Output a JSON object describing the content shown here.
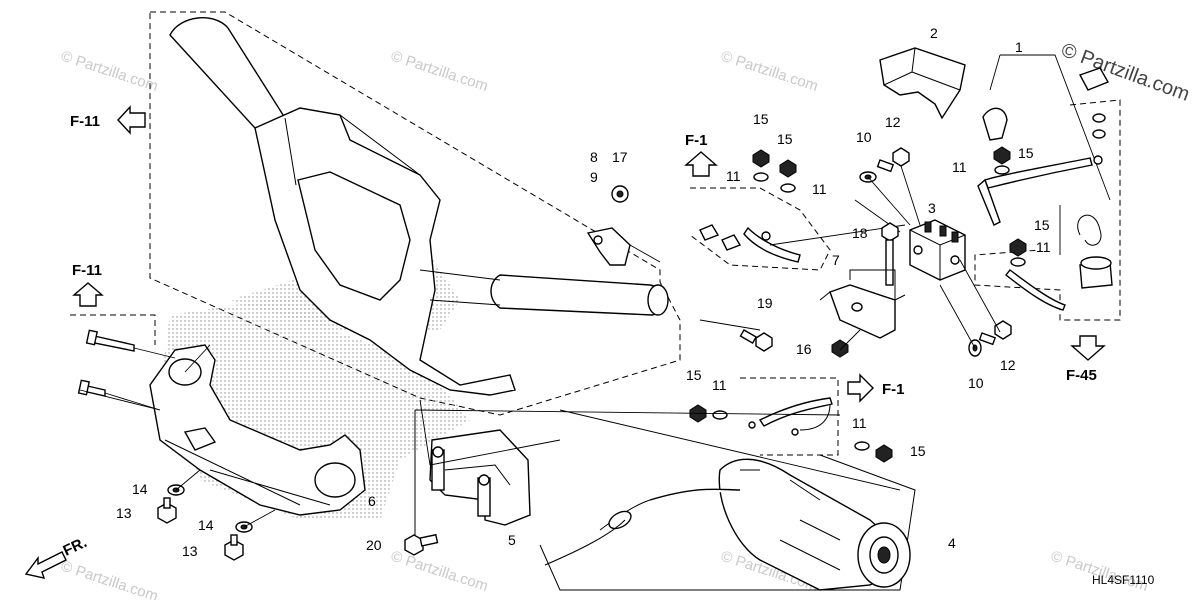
{
  "diagram": {
    "drawing_code": "HL4SF1110",
    "watermark": "© Partzilla.com",
    "watermark_corner": "© Partzilla.com",
    "front_marker": "FR.",
    "references": {
      "f11_top": "F-11",
      "f11_left": "F-11",
      "f1_upper": "F-1",
      "f1_lower": "F-1",
      "f45": "F-45"
    },
    "callouts": {
      "n1": "1",
      "n2": "2",
      "n3": "3",
      "n4": "4",
      "n5": "5",
      "n6": "6",
      "n7": "7",
      "n8": "8",
      "n9": "9",
      "n10a": "10",
      "n10b": "10",
      "n11a": "11",
      "n11b": "11",
      "n11c": "11",
      "n11d": "11",
      "n11e": "11",
      "n11f": "11",
      "n12a": "12",
      "n12b": "12",
      "n13a": "13",
      "n13b": "13",
      "n14a": "14",
      "n14b": "14",
      "n15a": "15",
      "n15b": "15",
      "n15c": "15",
      "n15d": "15",
      "n15e": "15",
      "n15f": "15",
      "n16": "16",
      "n17": "17",
      "n18": "18",
      "n19": "19",
      "n20": "20"
    },
    "colors": {
      "line": "#000000",
      "watermark": "#c9c9c9",
      "background": "#ffffff"
    }
  }
}
